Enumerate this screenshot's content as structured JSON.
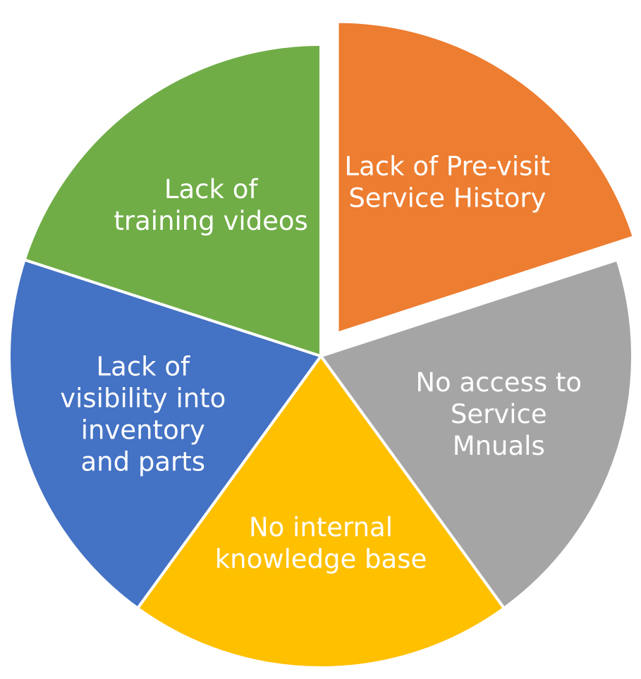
{
  "chart_data": {
    "type": "pie",
    "title": "",
    "legend": "none",
    "slices": [
      {
        "label": "Lack of Pre-visit Service History",
        "lines": [
          "Lack of Pre-visit",
          "Service History"
        ],
        "value": 20,
        "color": "#ED7D31",
        "exploded": true
      },
      {
        "label": "No access to Service Mnuals",
        "lines": [
          "No access to",
          "Service",
          "Mnuals"
        ],
        "value": 20,
        "color": "#A5A5A5",
        "exploded": false
      },
      {
        "label": "No internal knowledge base",
        "lines": [
          "No internal",
          "knowledge base"
        ],
        "value": 20,
        "color": "#FFC000",
        "exploded": false
      },
      {
        "label": "Lack of visibility into inventory and parts",
        "lines": [
          "Lack of",
          "visibility into",
          "inventory",
          "and parts"
        ],
        "value": 20,
        "color": "#4472C4",
        "exploded": false
      },
      {
        "label": "Lack of training videos",
        "lines": [
          "Lack of",
          "training videos"
        ],
        "value": 20,
        "color": "#70AD47",
        "exploded": false
      }
    ]
  }
}
